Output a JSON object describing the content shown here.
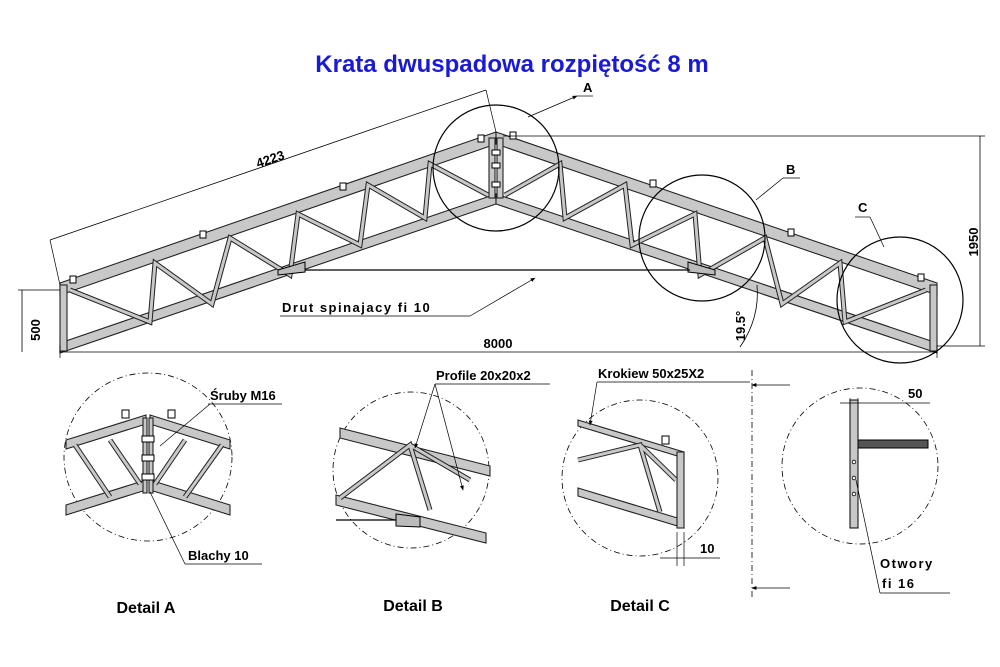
{
  "title": "Krata dwuspadowa rozpiętość 8 m",
  "dimensions": {
    "top_chord_length": "4223",
    "end_height": "500",
    "span": "8000",
    "ridge_height": "1950",
    "roof_angle": "19.5°",
    "tie_label": "Drut spinajacy fi 10"
  },
  "circle_labels": [
    "A",
    "B",
    "C"
  ],
  "callouts": {
    "bolts": "Śruby M16",
    "plates": "Blachy 10",
    "profiles": "Profile 20x20x2",
    "rafter": "Krokiew 50x25X2",
    "detail_c_dim": "10",
    "section_dim": "50",
    "holes_line1": "Otwory",
    "holes_line2": "fi 16"
  },
  "details": [
    "Detail A",
    "Detail B",
    "Detail C"
  ],
  "colors": {
    "title": "#1a1ad6",
    "steel": "#c8c8c8"
  }
}
